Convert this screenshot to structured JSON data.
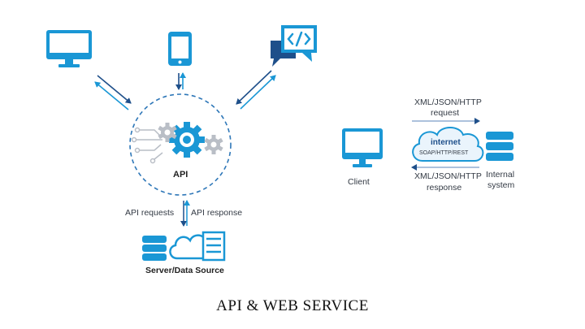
{
  "colors": {
    "accent": "#1a97d5",
    "dark": "#1e4f8a",
    "text": "#333a44",
    "gray": "#b9bec6"
  },
  "icons": [
    "monitor-icon",
    "smartphone-icon",
    "code-chat-icon",
    "gear-icon",
    "database-icon",
    "cloud-server-icon"
  ],
  "diagram": {
    "api_label": "API",
    "api_requests": "API requests",
    "api_response": "API response",
    "server_label": "Server/Data Source"
  },
  "web_service": {
    "request_line1": "XML/JSON/HTTP",
    "request_line2": "request",
    "internet": "internet",
    "protocols": "SOAP/HTTP/REST",
    "response_line1": "XML/JSON/HTTP",
    "response_line2": "response",
    "client": "Client",
    "internal_line1": "Internal",
    "internal_line2": "system"
  },
  "caption": "API & WEB SERVICE"
}
